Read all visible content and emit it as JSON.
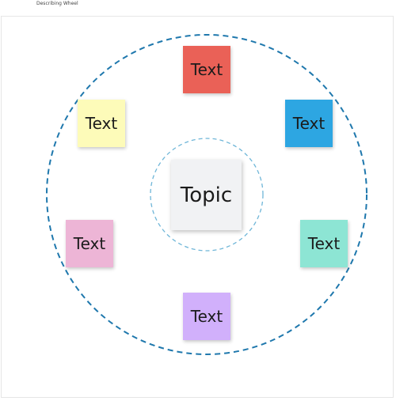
{
  "document": {
    "title": "Describing Wheel"
  },
  "diagram": {
    "topic": "Topic",
    "notes": [
      {
        "label": "Text",
        "color": "#ea6157",
        "position": "top"
      },
      {
        "label": "Text",
        "color": "#2da6e2",
        "position": "upper-right"
      },
      {
        "label": "Text",
        "color": "#8de5d4",
        "position": "lower-right"
      },
      {
        "label": "Text",
        "color": "#d1b0fb",
        "position": "bottom"
      },
      {
        "label": "Text",
        "color": "#edb5d6",
        "position": "lower-left"
      },
      {
        "label": "Text",
        "color": "#fdfbb9",
        "position": "upper-left"
      }
    ],
    "outer_ring_color": "#1f78ad",
    "inner_ring_color": "#6fb6d8"
  }
}
